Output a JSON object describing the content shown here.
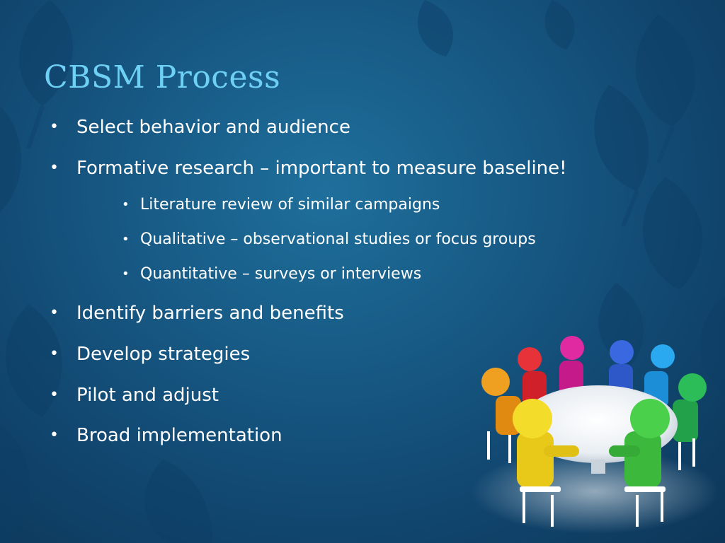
{
  "slide": {
    "title": "CBSM Process",
    "bullets": [
      {
        "level": 1,
        "text": "Select behavior and audience"
      },
      {
        "level": 1,
        "text": "Formative research – important to measure baseline!"
      },
      {
        "level": 2,
        "text": "Literature review of similar campaigns"
      },
      {
        "level": 2,
        "text": "Qualitative – observational studies or focus groups"
      },
      {
        "level": 2,
        "text": "Quantitative – surveys or interviews"
      },
      {
        "level": 1,
        "text": "Identify barriers and benefits"
      },
      {
        "level": 1,
        "text": "Develop strategies"
      },
      {
        "level": 1,
        "text": "Pilot and adjust"
      },
      {
        "level": 1,
        "text": "Broad implementation"
      }
    ],
    "bullet_glyph": "•",
    "colors": {
      "title": "#6fd0f5",
      "text": "#ffffff",
      "background": "#175a85"
    },
    "illustration": "people-around-round-table-icon"
  }
}
